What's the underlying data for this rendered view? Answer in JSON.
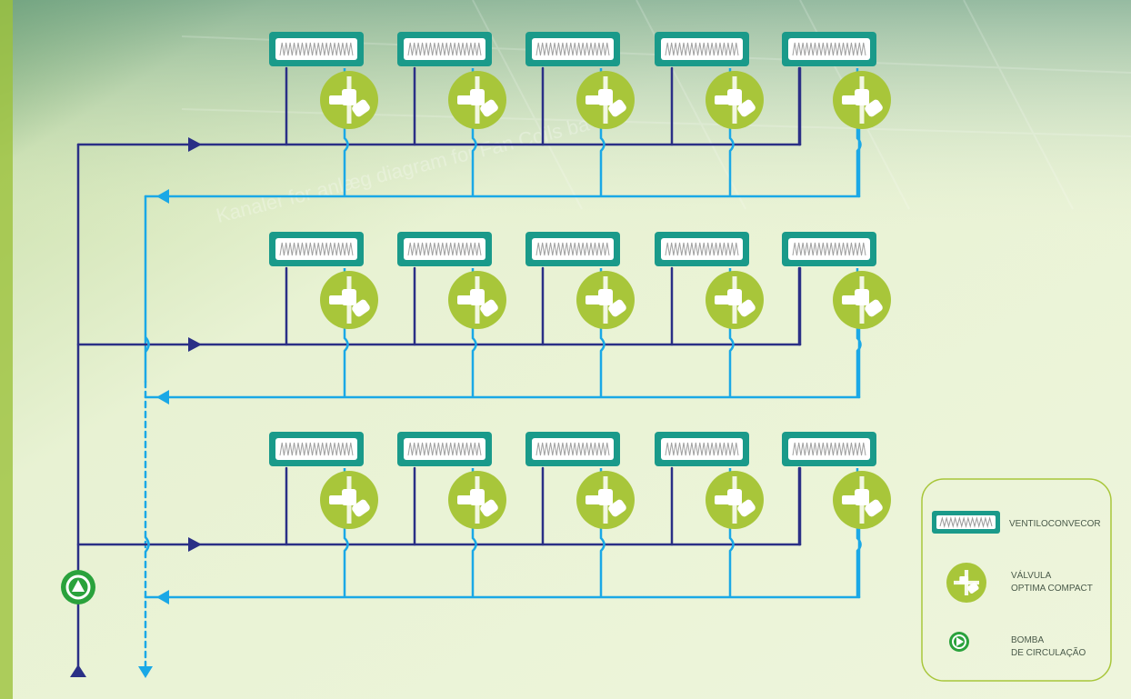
{
  "watermark": "Kanaler for anlæg diagram for Fan Coils ba",
  "legend": {
    "items": [
      {
        "icon": "fan-coil-icon",
        "label": "VENTILOCONVECOR"
      },
      {
        "icon": "valve-icon",
        "label_line1": "VÁLVULA",
        "label_line2": "OPTIMA COMPACT"
      },
      {
        "icon": "pump-icon",
        "label_line1": "BOMBA",
        "label_line2": "DE CIRCULAÇÃO"
      }
    ]
  },
  "diagram": {
    "rows": 3,
    "units_per_row": 5,
    "supply_color": "#2a2f86",
    "return_color": "#1aa8e6",
    "coil_color": "#1a9a8a",
    "valve_color": "#a8c63a",
    "pump_color": "#2aa23c"
  }
}
